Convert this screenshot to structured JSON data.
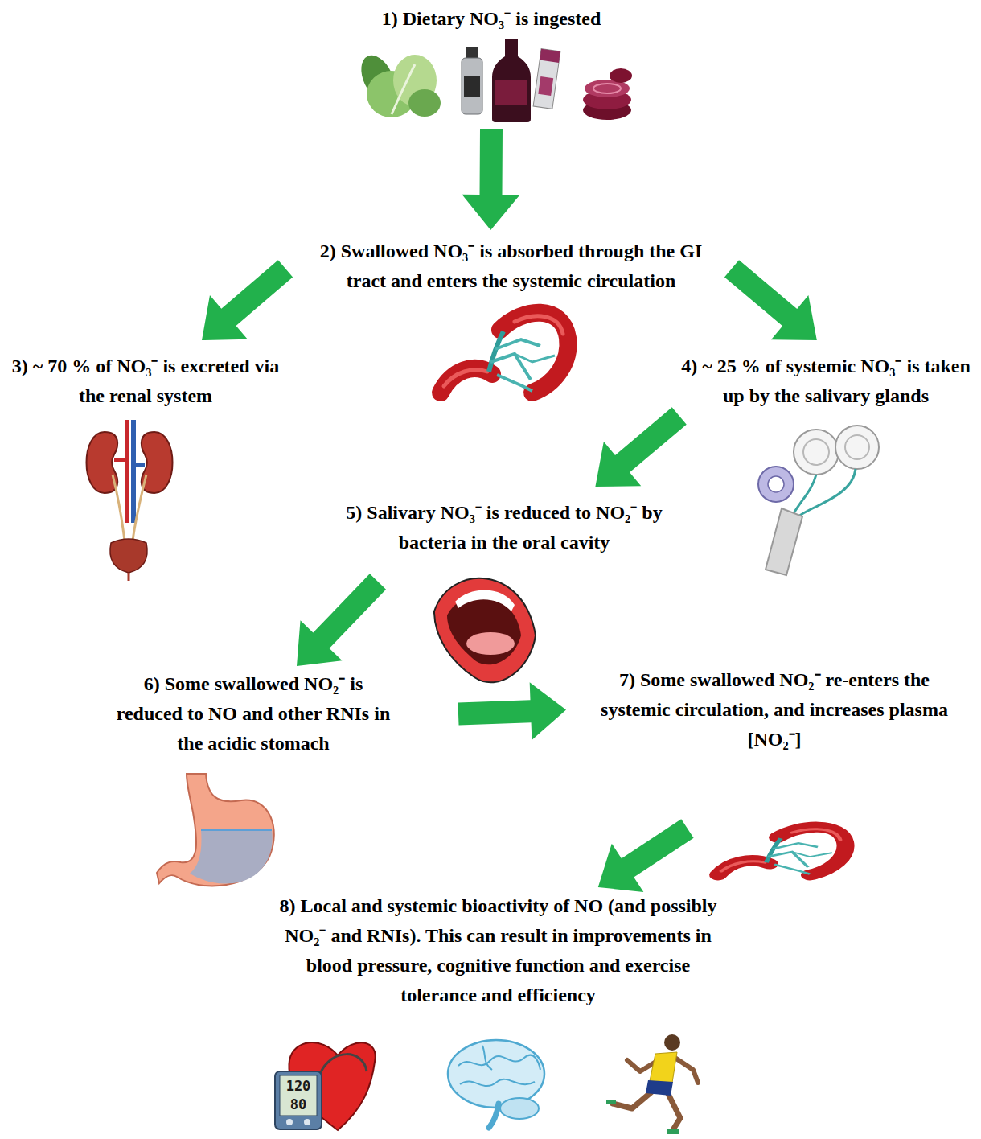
{
  "diagram": {
    "nodes": [
      {
        "text": [
          "1) Dietary NO₃⁻ is ingested"
        ]
      },
      {
        "text": [
          "2) Swallowed NO₃⁻ is absorbed through the GI tract and enters the systemic circulation"
        ]
      },
      {
        "text": [
          "3) ~ 70 % of NO₃⁻ is excreted via the renal system"
        ]
      },
      {
        "text": [
          "4) ~ 25 % of systemic NO₃⁻ is taken up by the salivary glands"
        ]
      },
      {
        "text": [
          "5) Salivary NO₃⁻ is reduced to NO₂⁻ by bacteria in the oral cavity"
        ]
      },
      {
        "text": [
          "6) Some swallowed NO₂⁻ is reduced to NO and other RNIs in the acidic stomach"
        ]
      },
      {
        "text": [
          "7) Some swallowed NO₂⁻ re-enters the systemic circulation, and increases plasma [NO₂⁻]"
        ]
      },
      {
        "text": [
          "8) Local and systemic bioactivity of NO (and possibly NO₂⁻ and RNIs). This can result in improvements in blood pressure, cognitive function and exercise tolerance and efficiency"
        ]
      }
    ],
    "edges": [
      {
        "from": 0,
        "to": 1,
        "arrow": "to"
      },
      {
        "from": 1,
        "to": 2,
        "arrow": "to"
      },
      {
        "from": 1,
        "to": 3,
        "arrow": "to"
      },
      {
        "from": 3,
        "to": 4,
        "arrow": "to"
      },
      {
        "from": 4,
        "to": 5,
        "arrow": "to"
      },
      {
        "from": 5,
        "to": 6,
        "arrow": "to"
      },
      {
        "from": 6,
        "to": 7,
        "arrow": "to"
      }
    ],
    "labels": [
      "120",
      "80"
    ]
  }
}
